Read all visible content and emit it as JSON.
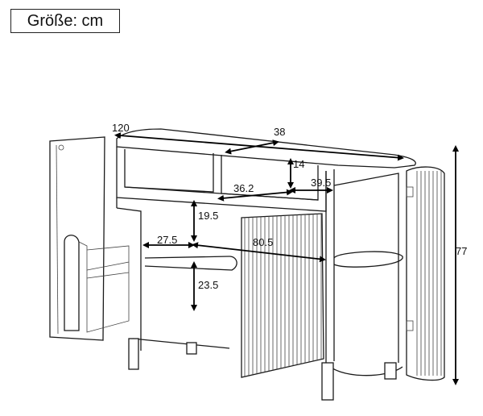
{
  "header": {
    "size_label": "Größe: cm"
  },
  "dimensions": {
    "total_width": "120",
    "shelf_depth": "38",
    "upper_shelf_height": "14",
    "left_compartment_width": "36.2",
    "right_compartment_width": "39.5",
    "drawer_height": "19.5",
    "left_cabinet_width": "27.5",
    "main_cabinet_width": "80.5",
    "lower_shelf_height": "23.5",
    "total_height": "77"
  }
}
